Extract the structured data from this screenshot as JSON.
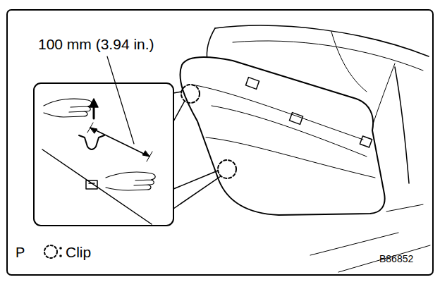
{
  "diagram": {
    "labels": [
      "100 mm (3.94 in.)",
      "P",
      "B86852"
    ],
    "legend": [
      {
        "text": "Clip"
      }
    ]
  }
}
